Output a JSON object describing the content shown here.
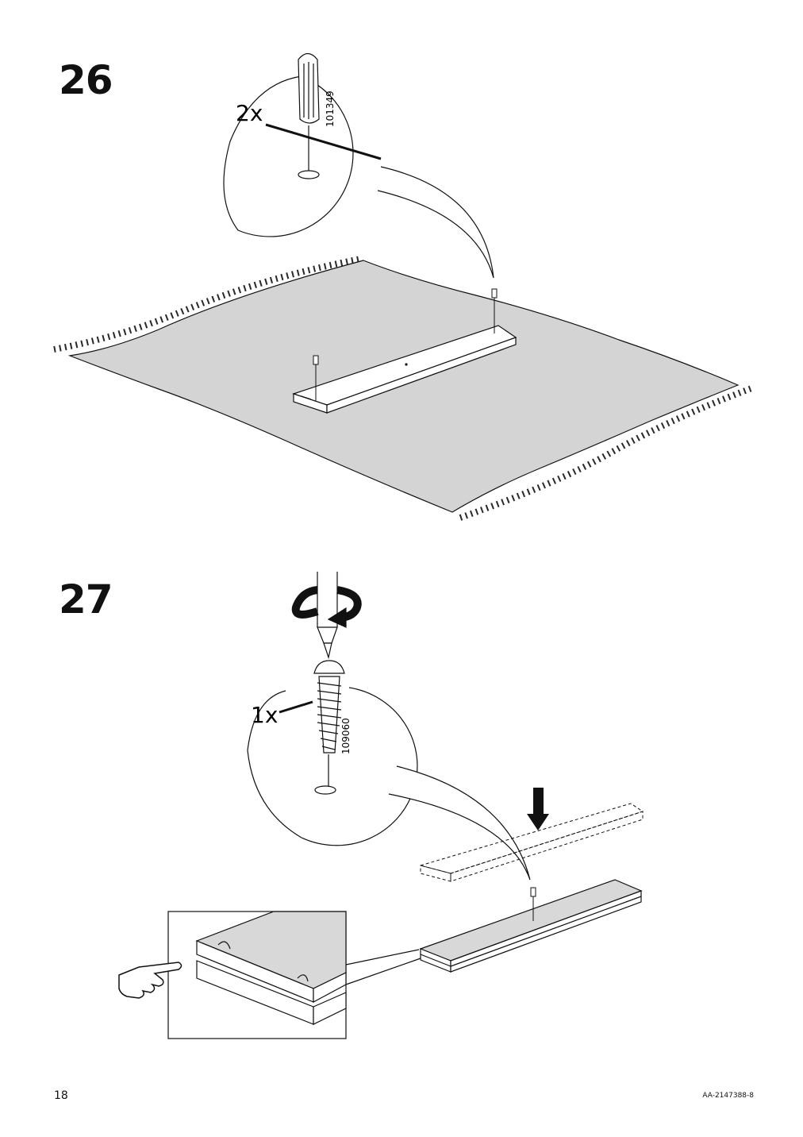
{
  "steps": [
    {
      "number": "26",
      "quantity": "2x",
      "part_number": "101349",
      "icons": [
        "screwdriver-icon",
        "dowel-icon",
        "rug-icon",
        "board-icon"
      ]
    },
    {
      "number": "27",
      "quantity": "1x",
      "part_number": "109060",
      "icons": [
        "screwdriver-bit-icon",
        "rotate-arrow-icon",
        "screw-icon",
        "down-arrow-icon",
        "pointing-hand-icon"
      ]
    }
  ],
  "footer": {
    "page_number": "18",
    "document_code": "AA-2147388-8"
  },
  "colors": {
    "rug_fill": "#d4d4d4",
    "board_top": "#d8d8d8",
    "ink": "#111111"
  }
}
